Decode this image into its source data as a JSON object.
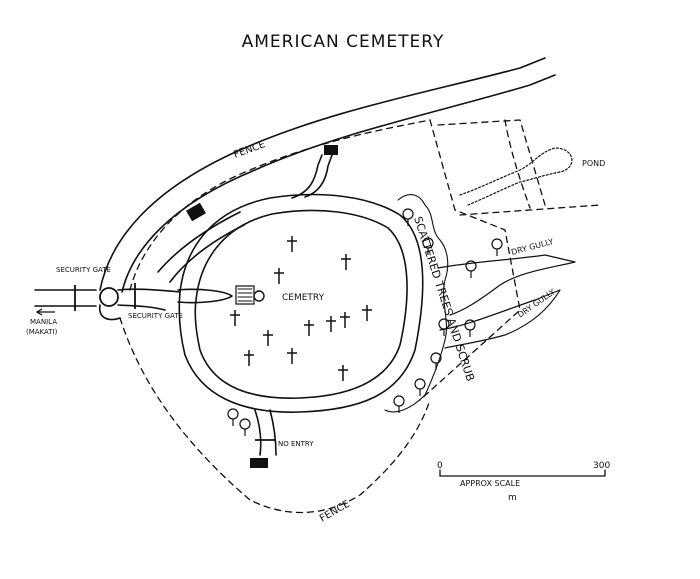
{
  "title": "AMERICAN CEMETERY",
  "labels": {
    "fence_top": "FENCE",
    "fence_bottom": "FENCE",
    "pond": "POND",
    "dry_gully_1": "DRY GULLY",
    "dry_gully_2": "DRY GULLY",
    "scrub": "SCATTERED TREES AND SCRUB",
    "cemetery": "CEMETRY",
    "security_gate_left": "SECURITY GATE",
    "security_gate_right": "SECURITY GATE",
    "manila": "MANILA",
    "makati": "(MAKATI)",
    "no_entry": "NO ENTRY"
  },
  "scale": {
    "zero": "0",
    "max": "300",
    "caption": "APPROX SCALE",
    "unit": "m"
  },
  "icons": {
    "grave": "cross-icon",
    "tree": "tree-icon",
    "building": "building-icon",
    "arrow": "arrow-left-icon"
  }
}
